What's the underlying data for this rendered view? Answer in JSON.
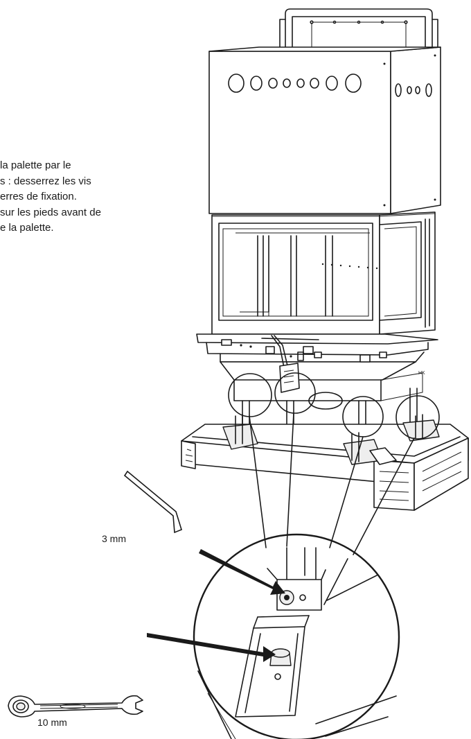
{
  "instruction": {
    "lines": [
      "la palette par le",
      "s : desserrez les vis",
      "erres de fixation.",
      "sur les pieds avant de",
      "e la palette."
    ]
  },
  "tools": {
    "hex_key_label": "3 mm",
    "wrench_label": "10 mm"
  },
  "hk_mark": "HK",
  "colors": {
    "ink": "#1a1a1a",
    "background": "#ffffff",
    "shade": "#eeeeee"
  }
}
